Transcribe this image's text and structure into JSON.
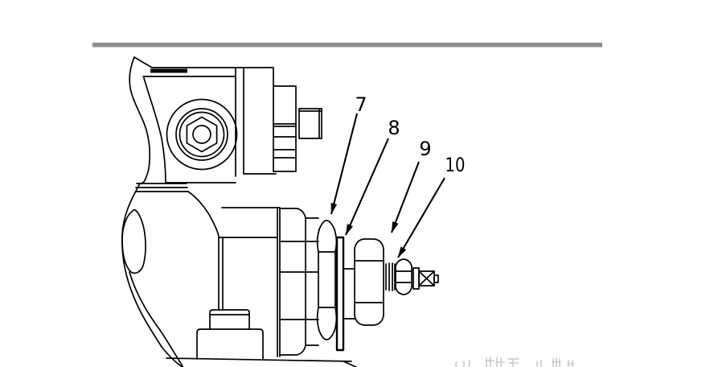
{
  "figure": {
    "kind": "technical parts line drawing",
    "subject": "adjusting-screw and locknut assembly on valve body (side view)",
    "callouts": [
      {
        "label": "7",
        "points_to": "jam-nut"
      },
      {
        "label": "8",
        "points_to": "washer-disc"
      },
      {
        "label": "9",
        "points_to": "adjuster-nut"
      },
      {
        "label": "10",
        "points_to": "adjusting-screw-tip"
      }
    ]
  },
  "divider": {
    "color": "#8e8e8e"
  },
  "watermark": {
    "color": "#c9c9c9",
    "note": "faint text cut off at bottom edge, illegible"
  },
  "colors": {
    "line": "#000000",
    "background": "#ffffff"
  }
}
